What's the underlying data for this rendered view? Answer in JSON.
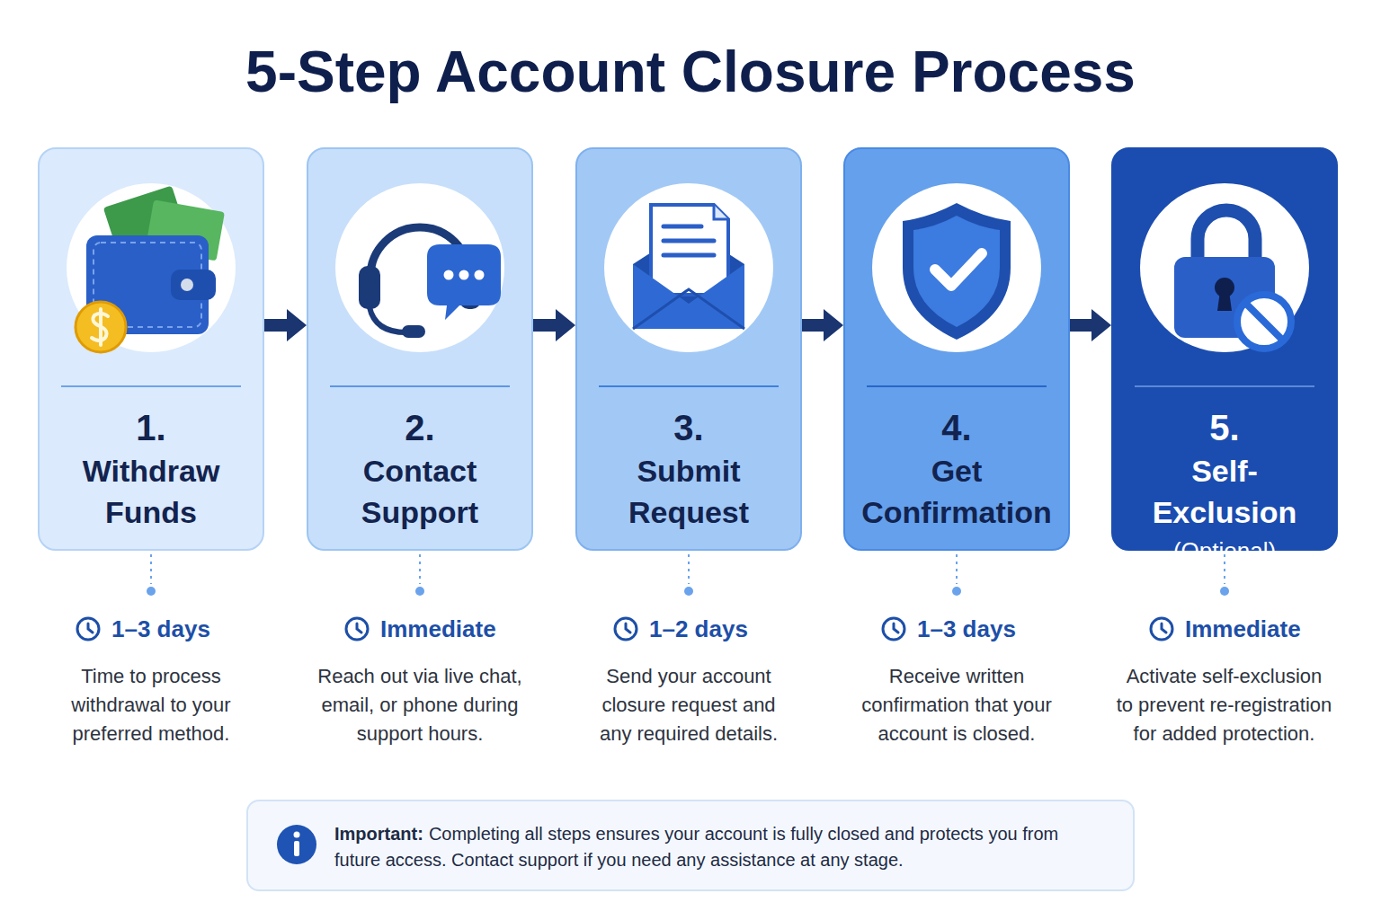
{
  "diagram": {
    "title": "5-Step Account Closure Process",
    "nodes": [
      {
        "text": [
          "1.",
          "Withdraw Funds"
        ]
      },
      {
        "text": [
          "2.",
          "Contact Support"
        ]
      },
      {
        "text": [
          "3.",
          "Submit Request"
        ]
      },
      {
        "text": [
          "4.",
          "Get Confirmation"
        ]
      },
      {
        "text": [
          "5.",
          "Self-Exclusion",
          "(Optional)"
        ]
      },
      {
        "text": [
          "Important:",
          "Completing all steps ensures your account is fully closed and protects you from future access. Contact support if you need any assistance at any stage."
        ]
      }
    ],
    "edges": [
      {
        "from": 0,
        "to": 1,
        "arrow": "to"
      },
      {
        "from": 1,
        "to": 2,
        "arrow": "to"
      },
      {
        "from": 2,
        "to": 3,
        "arrow": "to"
      },
      {
        "from": 3,
        "to": 4,
        "arrow": "to"
      }
    ],
    "labels": [
      "1–3 days",
      "Time to process withdrawal to your preferred method.",
      "Immediate",
      "Reach out via live chat, email, or phone during support hours.",
      "1–2 days",
      "Send your account closure request and any required details.",
      "1–3 days",
      "Receive written confirmation that your account is closed.",
      "Immediate",
      "Activate self-exclusion to prevent re-registration for added protection."
    ]
  }
}
